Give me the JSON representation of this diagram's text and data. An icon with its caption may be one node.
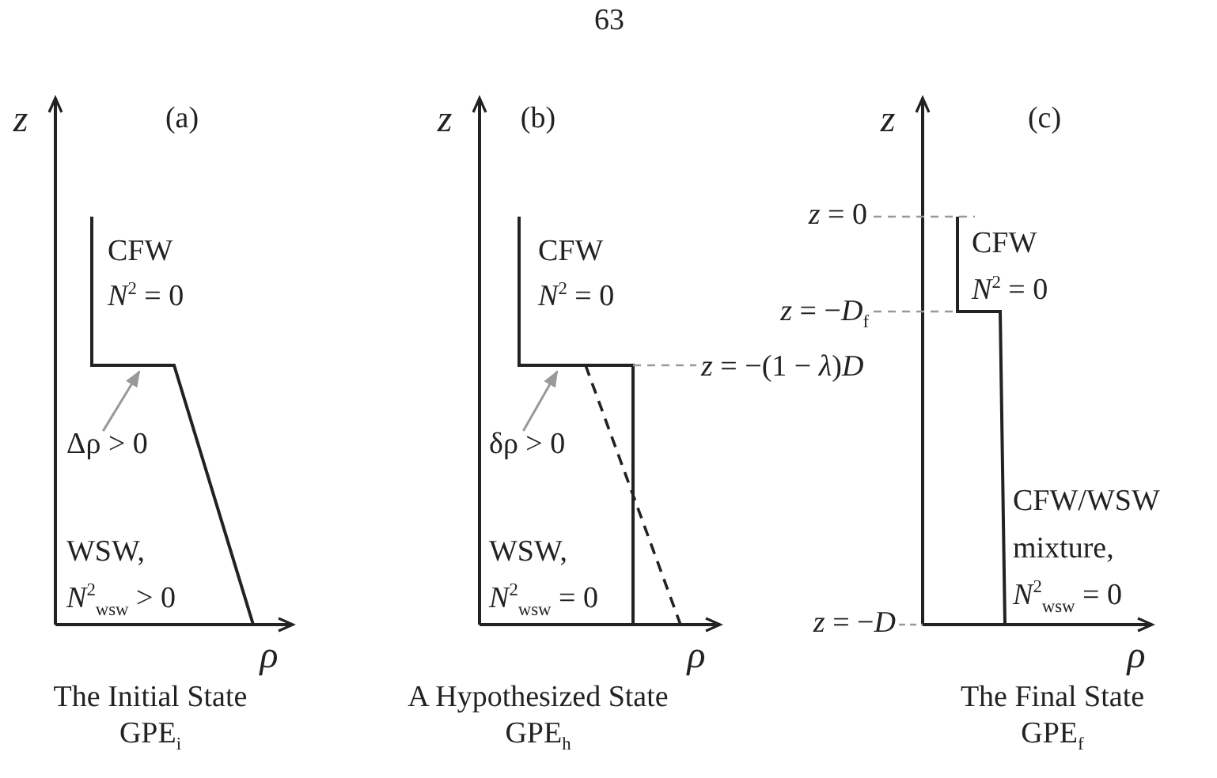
{
  "diagram": {
    "nodes": [
      {
        "text": [
          "Δρ > 0"
        ]
      },
      {
        "text": [
          "δρ > 0"
        ]
      }
    ],
    "edges": [
      {
        "from": 0,
        "to": null,
        "arrow": "to"
      },
      {
        "from": 1,
        "to": null,
        "arrow": "to"
      }
    ],
    "labels": [
      "63",
      "z",
      "(a)",
      "CFW",
      "*N*$^{2}$ = 0",
      "WSW,",
      "*N*$^{2}$$_{wsw}$ > 0",
      "ρ",
      "The Initial State",
      "GPE$_{i}$",
      "z",
      "(b)",
      "CFW",
      "*N*$^{2}$ = 0",
      "WSW,",
      "*N*$^{2}$$_{wsw}$ = 0",
      "ρ",
      "A Hypothesized State",
      "GPE$_{h}$",
      "z",
      "(c)",
      "*z* = 0",
      "CFW",
      "*N*$^{2}$ = 0",
      "*z* = −*D*$_{f}$",
      "*z* = −(1 − *λ*)*D*",
      "CFW/WSW",
      "mixture,",
      "*N*$^{2}$$_{wsw}$ = 0",
      "*z* = −*D*",
      "ρ",
      "The Final State",
      "GPE$_{f}$"
    ]
  }
}
